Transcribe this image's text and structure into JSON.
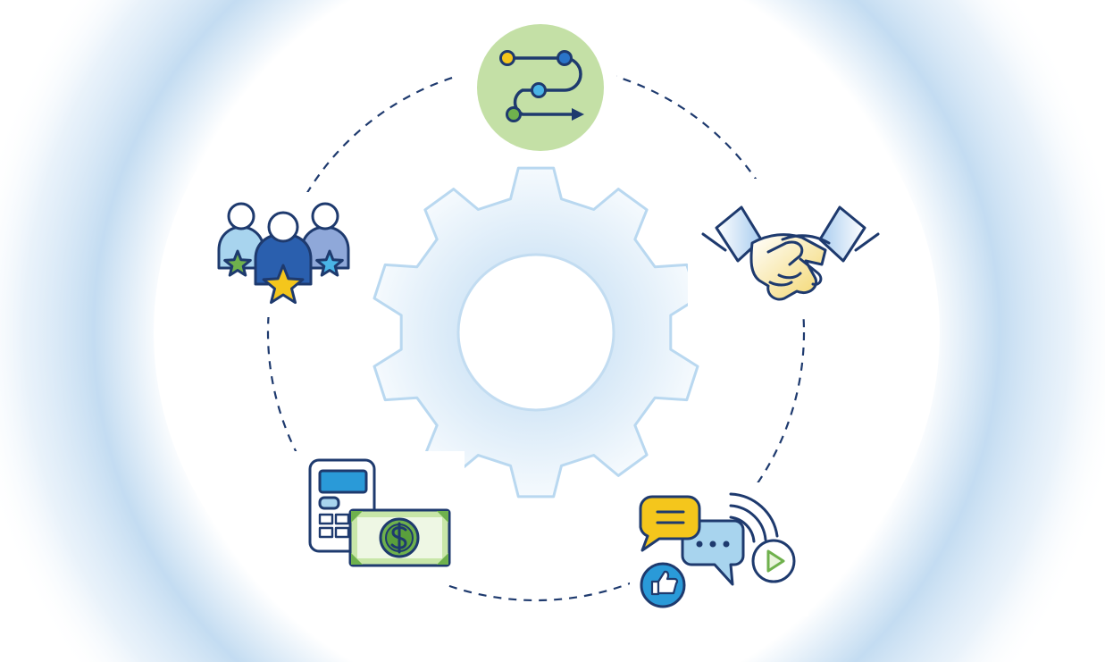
{
  "diagram": {
    "center_icon": "gear-icon",
    "connector_style": "dashed-circle",
    "nodes": [
      {
        "id": "roadmap",
        "icon": "roadmap-path-icon"
      },
      {
        "id": "partnership",
        "icon": "handshake-icon"
      },
      {
        "id": "communication",
        "icon": "chat-bubbles-icon"
      },
      {
        "id": "payment",
        "icon": "calculator-money-icon"
      },
      {
        "id": "team",
        "icon": "rated-team-icon"
      }
    ]
  },
  "colors": {
    "navy": "#1e3a6e",
    "blue": "#2a74c8",
    "light_blue": "#a8d4ee",
    "periwinkle": "#8fa8d9",
    "green": "#6fb14d",
    "light_green": "#c4e0a6",
    "yellow": "#f4c61c",
    "halo": "#b9d6ef",
    "gear_stroke": "#b9d8f0"
  }
}
